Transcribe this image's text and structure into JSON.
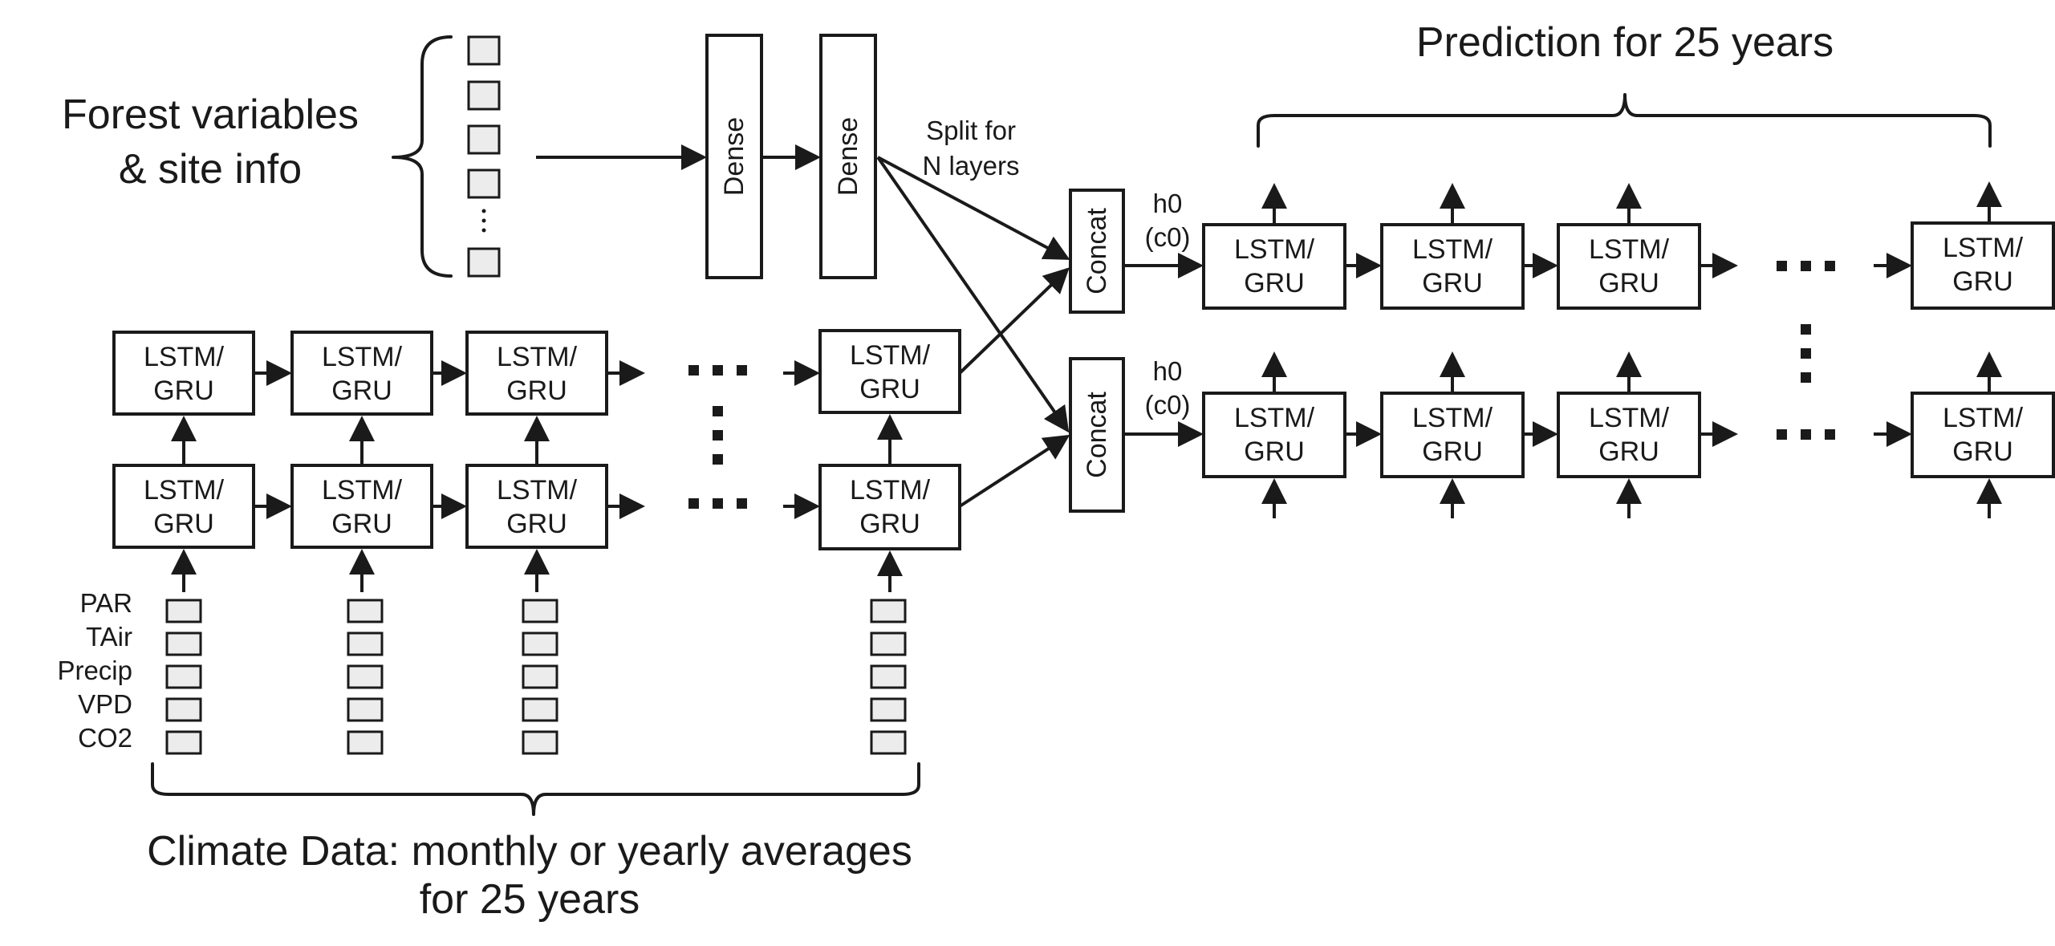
{
  "forest": {
    "line1": "Forest variables",
    "line2": "& site info"
  },
  "dense_label": "Dense",
  "split": {
    "line1": "Split for",
    "line2": "N layers"
  },
  "concat_label": "Concat",
  "h0_label": "h0",
  "c0_label": "(c0)",
  "cell": {
    "line1": "LSTM/",
    "line2": "GRU"
  },
  "prediction_title": "Prediction for 25 years",
  "climate": {
    "variables": [
      "PAR",
      "TAir",
      "Precip",
      "VPD",
      "CO2"
    ],
    "caption_line1": "Climate Data: monthly or yearly averages",
    "caption_line2": "for 25 years"
  }
}
